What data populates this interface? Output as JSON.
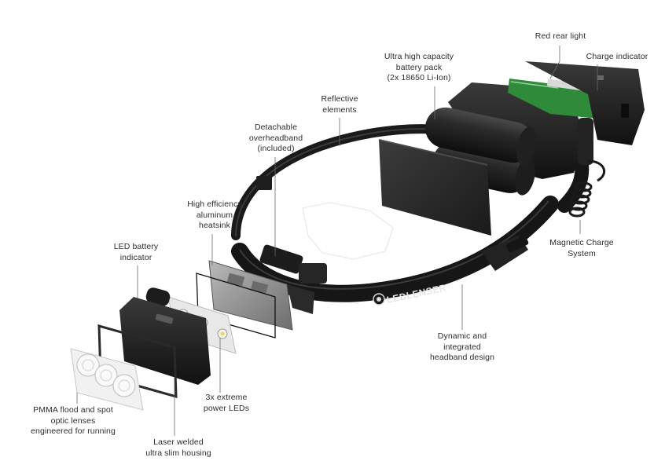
{
  "labels": {
    "red_rear_light": [
      "Red rear light"
    ],
    "charge_indicator": [
      "Charge indicator"
    ],
    "battery_pack": [
      "Ultra high capacity",
      "battery pack",
      "(2x 18650 Li-Ion)"
    ],
    "reflective_elements": [
      "Reflective",
      "elements"
    ],
    "overheadband": [
      "Detachable",
      "overheadband",
      "(included)"
    ],
    "heatsink": [
      "High efficiency",
      "aluminum",
      "heatsink"
    ],
    "led_battery_indicator": [
      "LED battery",
      "indicator"
    ],
    "magnetic_charge": [
      "Magnetic Charge",
      "System"
    ],
    "dynamic_headband": [
      "Dynamic and",
      "integrated",
      "headband design"
    ],
    "power_leds": [
      "3x extreme",
      "power LEDs"
    ],
    "pmma_lenses": [
      "PMMA flood and spot",
      "optic lenses",
      "engineered for running"
    ],
    "laser_housing": [
      "Laser welded",
      "ultra slim housing"
    ]
  },
  "brand": {
    "logo_text": "LEDLENSER"
  },
  "colors": {
    "label_text": "#2d2d2d",
    "leader_line": "#6a6a6a",
    "body_dark": "#1c1c1c",
    "pcb_green": "#2f8a3a",
    "background": "#ffffff"
  }
}
